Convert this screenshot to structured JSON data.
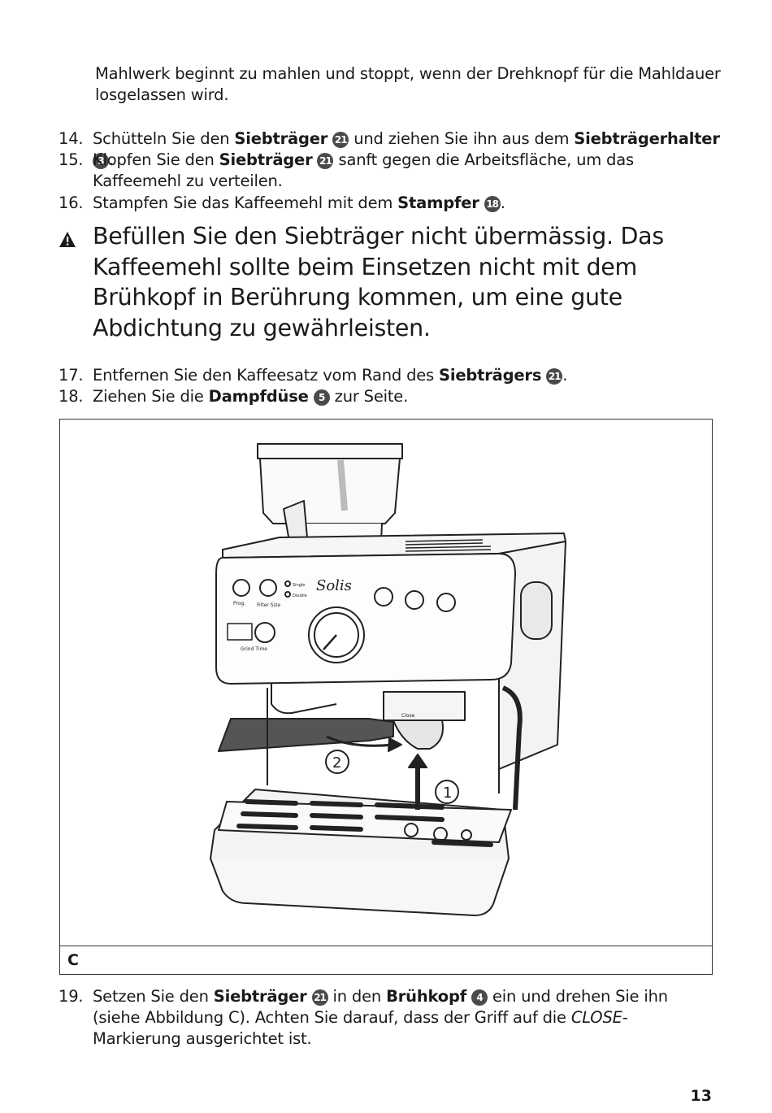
{
  "continuation": "Mahlwerk beginnt zu mahlen und stoppt, wenn der Drehknopf für die Mahldauer losgelassen wird.",
  "steps": [
    {
      "num": "14.",
      "parts": [
        {
          "t": "Schütteln Sie den "
        },
        {
          "b": "Siebträger"
        },
        {
          "badge": "21"
        },
        {
          "t": " und ziehen Sie ihn aus dem "
        },
        {
          "b": "Siebträgerhalter"
        },
        {
          "badge": "3"
        },
        {
          "t": "."
        }
      ]
    },
    {
      "num": "15.",
      "parts": [
        {
          "t": "Klopfen Sie den "
        },
        {
          "b": "Siebträger"
        },
        {
          "badge": "21"
        },
        {
          "t": " sanft gegen die Arbeitsfläche, um das Kaffeemehl zu verteilen."
        }
      ]
    },
    {
      "num": "16.",
      "parts": [
        {
          "t": "Stampfen Sie das Kaffeemehl mit dem "
        },
        {
          "b": "Stampfer"
        },
        {
          "badge": "18"
        },
        {
          "t": "."
        }
      ]
    },
    {
      "num": "17.",
      "parts": [
        {
          "t": "Entfernen Sie den Kaffeesatz vom Rand des "
        },
        {
          "b": "Siebträgers"
        },
        {
          "badge": "21"
        },
        {
          "t": "."
        }
      ]
    },
    {
      "num": "18.",
      "parts": [
        {
          "t": "Ziehen Sie die "
        },
        {
          "b": "Dampfdüse"
        },
        {
          "badge": "5"
        },
        {
          "t": " zur Seite."
        }
      ]
    },
    {
      "num": "19.",
      "parts": [
        {
          "t": "Setzen Sie den "
        },
        {
          "b": "Siebträger"
        },
        {
          "badge": "21"
        },
        {
          "t": " in den "
        },
        {
          "b": "Brühkopf"
        },
        {
          "badge": "4"
        },
        {
          "t": " ein und drehen Sie ihn (siehe Abbildung C). Achten Sie darauf, dass der Griff auf die "
        },
        {
          "i": "CLOSE"
        },
        {
          "t": "-Markierung ausgerichtet ist."
        }
      ]
    }
  ],
  "warning": "Befüllen Sie den Siebträger nicht übermässig. Das Kaffeemehl sollte beim Einsetzen nicht mit dem Brühkopf in Berührung kommen, um eine gute Abdichtung zu gewährleisten.",
  "figure": {
    "label": "C",
    "brand": "Solis",
    "btn_prog": "Prog.",
    "btn_filter": "Filter Size",
    "ind_single": "Single",
    "ind_double": "Double",
    "grind_time": "Grind Time",
    "close_mark": "Close",
    "callout_1": "1",
    "callout_2": "2"
  },
  "page_number": "13",
  "colors": {
    "text": "#1a1a1a",
    "badge": "#4a4a4a",
    "handle": "#555555"
  }
}
